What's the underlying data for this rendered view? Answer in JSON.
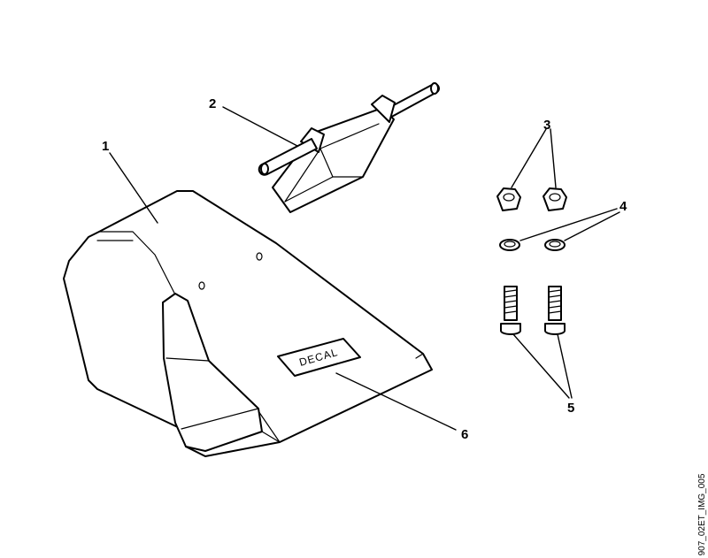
{
  "callouts": {
    "c1": "1",
    "c2": "2",
    "c3": "3",
    "c4": "4",
    "c5": "5",
    "c6": "6"
  },
  "decal_label": "DECAL",
  "figure_id": "907_02ET_IMG_005",
  "colors": {
    "line": "#000000",
    "background": "#ffffff"
  }
}
